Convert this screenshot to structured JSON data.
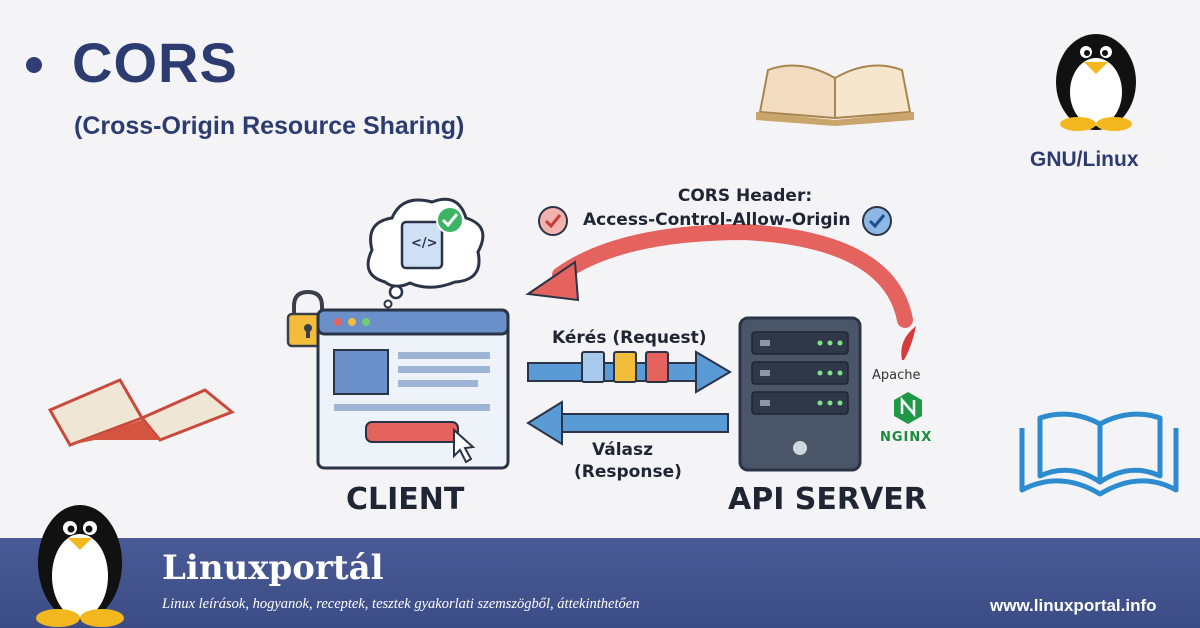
{
  "header": {
    "title": "CORS",
    "subtitle": "(Cross-Origin Resource Sharing)"
  },
  "side": {
    "gnu_label": "GNU/Linux"
  },
  "diagram": {
    "cors_header_line1": "CORS Header:",
    "cors_header_line2": "Access-Control-Allow-Origin",
    "request_label": "Kérés (Request)",
    "response_line1": "Válasz",
    "response_line2": "(Response)",
    "client_label": "CLIENT",
    "server_label": "API SERVER",
    "apache_label": "Apache",
    "nginx_label": "NGINX",
    "code_symbol": "</>"
  },
  "footer": {
    "brand": "Linuxportál",
    "tagline": "Linux leírások, hogyanok, receptek, tesztek gyakorlati szemszögből, áttekinthetően",
    "url": "www.linuxportal.info"
  },
  "colors": {
    "title": "#2c3c70",
    "footer": "#44548f",
    "arrow_red": "#e4635e",
    "arrow_blue": "#5b9bd5",
    "server": "#4a5668",
    "check_green": "#3cb464"
  }
}
